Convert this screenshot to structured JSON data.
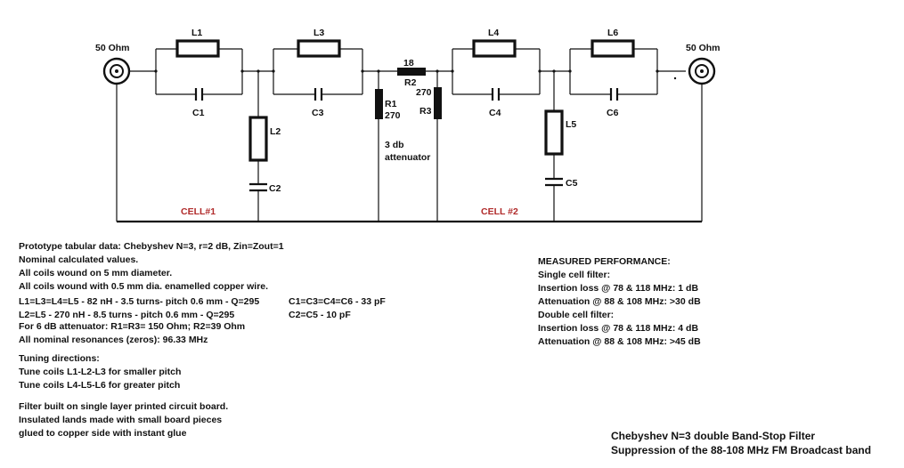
{
  "schematic": {
    "port_in_label": "50 Ohm",
    "port_out_label": "50 Ohm",
    "L1": "L1",
    "L2": "L2",
    "L3": "L3",
    "L4": "L4",
    "L5": "L5",
    "L6": "L6",
    "C1": "C1",
    "C2": "C2",
    "C3": "C3",
    "C4": "C4",
    "C5": "C5",
    "C6": "C6",
    "R1": "R1",
    "R1_value": "270",
    "R2": "R2",
    "R2_value": "18",
    "R3": "R3",
    "R3_value": "270",
    "attenuator_label_1": "3 db",
    "attenuator_label_2": "attenuator",
    "cell1_label": "CELL#1",
    "cell2_label": "CELL #2",
    "cell_label_color": "#b02a2a"
  },
  "notes": {
    "lines": [
      "Prototype tabular data: Chebyshev N=3, r=2 dB, Zin=Zout=1",
      "Nominal calculated values.",
      "All coils wound on 5 mm diameter.",
      "All coils wound with 0.5 mm dia. enamelled copper wire."
    ],
    "coil_lines": [
      "L1=L3=L4=L5 - 82 nH - 3.5 turns- pitch 0.6 mm - Q=295",
      "L2=L5 - 270 nH - 8.5 turns - pitch 0.6 mm - Q=295"
    ],
    "cap_lines": [
      "C1=C3=C4=C6 - 33 pF",
      "C2=C5 - 10 pF"
    ],
    "attenuator_line": "For 6 dB attenuator: R1=R3= 150 Ohm; R2=39 Ohm",
    "resonance_line": "All nominal resonances (zeros): 96.33 MHz",
    "tuning": [
      "Tuning directions:",
      "Tune coils L1-L2-L3 for smaller pitch",
      "Tune coils L4-L5-L6 for greater pitch"
    ],
    "construction": [
      "Filter built on single layer printed circuit board.",
      "Insulated lands made with small board pieces",
      "glued to copper side with instant glue"
    ]
  },
  "performance": {
    "heading": "MEASURED PERFORMANCE:",
    "single_heading": "Single cell filter:",
    "single_il": "Insertion loss @ 78 & 118 MHz: 1 dB",
    "single_att": "Attenuation @ 88 & 108 MHz: >30 dB",
    "double_heading": "Double cell filter:",
    "double_il": "Insertion loss @ 78 & 118 MHz: 4 dB",
    "double_att": "Attenuation @ 88 & 108 MHz: >45 dB"
  },
  "title": {
    "line1": "Chebyshev N=3 double Band-Stop Filter",
    "line2": "Suppression of the 88-108 MHz FM Broadcast band"
  }
}
